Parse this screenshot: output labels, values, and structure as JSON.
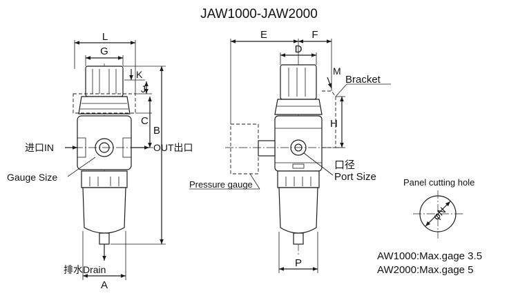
{
  "title": "JAW1000-JAW2000",
  "front_view": {
    "dims": {
      "L": "L",
      "G": "G",
      "K": "K",
      "J": "J",
      "C": "C",
      "B": "B",
      "A": "A"
    },
    "inlet_label": "进口IN",
    "outlet_label": "OUT出口",
    "gauge_label": "Gauge Size",
    "drain_label": "排水Drain"
  },
  "side_view": {
    "dims": {
      "E": "E",
      "F": "F",
      "D": "D",
      "M": "M",
      "H": "H",
      "P": "P"
    },
    "bracket_label": "Bracket",
    "port_label_cn": "口径",
    "port_label_en": "Port Size",
    "pressure_gauge_label": "Pressure gauge"
  },
  "panel": {
    "title": "Panel cutting hole",
    "hole_label": "φN",
    "notes": [
      "AW1000:Max.gage 3.5",
      "AW2000:Max.gage  5"
    ]
  }
}
